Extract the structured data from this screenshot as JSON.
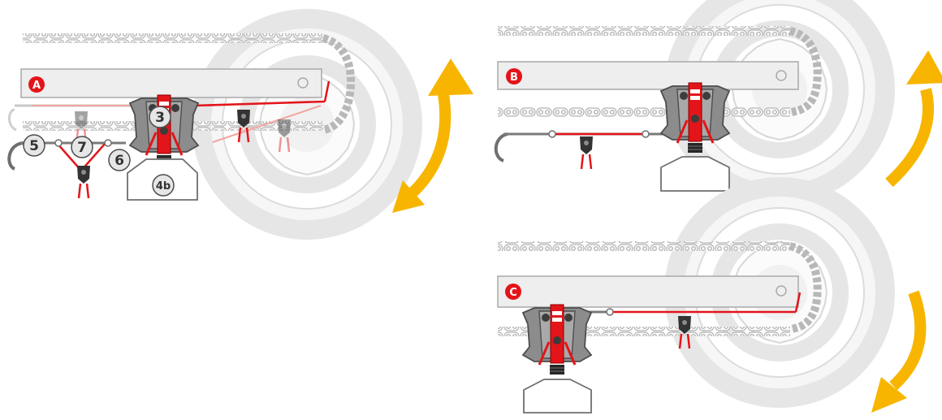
{
  "panels": [
    {
      "id": "A",
      "label": "A",
      "arrow": "both"
    },
    {
      "id": "B",
      "label": "B",
      "arrow": "up"
    },
    {
      "id": "C",
      "label": "C",
      "arrow": "down"
    }
  ],
  "callouts": {
    "c3": "3",
    "c4b": "4b",
    "c5": "5",
    "c6": "6",
    "c7": "7"
  },
  "colors": {
    "accent": "#e3151a",
    "arrow": "#f7b500",
    "tire": "#e7e7e7",
    "metal": "#8c8c8c",
    "arm": "#eeeeee"
  }
}
